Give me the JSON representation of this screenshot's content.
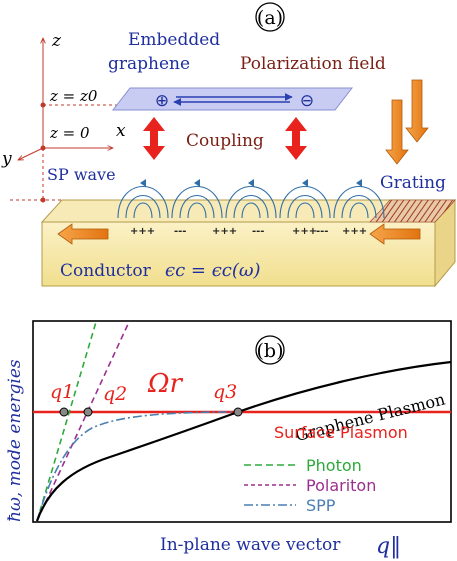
{
  "panel_a": {
    "label": "(a)",
    "graphene_label_line1": "Embedded",
    "graphene_label_line2": "graphene",
    "polarization_label": "Polarization field",
    "coupling_label": "Coupling",
    "sp_wave_label": "SP wave",
    "grating_label": "Grating",
    "conductor_label": "Conductor",
    "conductor_eq": "ϵc = ϵc(ω)",
    "axis_z": "z",
    "axis_x": "x",
    "axis_y": "y",
    "z_eq_z0": "z = z0",
    "z_eq_0": "z = 0",
    "plus_symbol": "⊕",
    "minus_symbol": "⊖",
    "charges": [
      "+++",
      "---",
      "+++",
      "---",
      "+++",
      "---",
      "+++"
    ]
  },
  "panel_b": {
    "label": "(b)",
    "ylabel": "ħω,  mode energies",
    "xlabel": "In-plane wave vector",
    "xlabel_symbol": "q‖",
    "omega_label": "Ωr",
    "q1": "q1",
    "q2": "q2",
    "q3": "q3",
    "graphene_plasmon": "Graphene  Plasmon",
    "surface_plasmon": "Surface Plasmon",
    "legend": [
      {
        "label": "Photon",
        "color": "#2eaa3a"
      },
      {
        "label": "Polariton",
        "color": "#9b2f8f"
      },
      {
        "label": "SPP",
        "color": "#4a7fb3"
      }
    ]
  },
  "colors": {
    "blue_text": "#1f2f9e",
    "brown_text": "#7a1e14",
    "red": "#e8221c",
    "orange": "#f08a1c",
    "conductor_fill": "#f5e8a8",
    "graphene_fill": "#c8ccf2"
  }
}
